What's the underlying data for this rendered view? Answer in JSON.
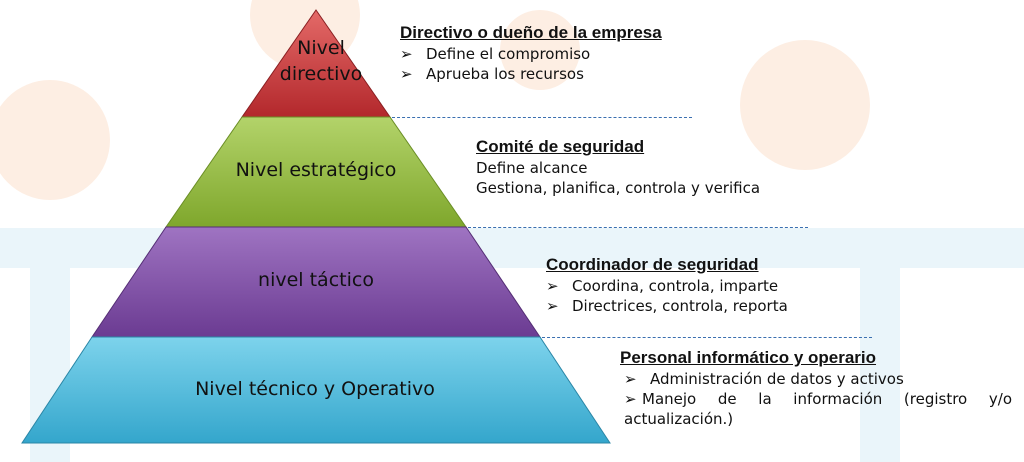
{
  "colors": {
    "red": "#c0393c",
    "green": "#8db43a",
    "purple": "#7a4aa0",
    "cyan": "#4ab8d8",
    "watermark_orange": "#fce8d8",
    "watermark_cyan": "#e6f4f9",
    "separator": "#3a6fb0"
  },
  "bullet_glyph": "➢",
  "levels": [
    {
      "lines": [
        "Nivel",
        "directivo"
      ],
      "title": "Directivo o dueño de la empresa",
      "items": [
        "Define el compromiso",
        "Aprueba los recursos"
      ],
      "bulleted": true
    },
    {
      "lines": [
        "Nivel estratégico"
      ],
      "title": "Comité de seguridad",
      "items": [
        "Define alcance",
        "Gestiona, planifica, controla y verifica"
      ],
      "bulleted": false
    },
    {
      "lines": [
        "nivel táctico"
      ],
      "title": "Coordinador de seguridad",
      "items": [
        "Coordina, controla, imparte",
        "Directrices, controla, reporta"
      ],
      "bulleted": true
    },
    {
      "lines": [
        "Nivel técnico y Operativo"
      ],
      "title": "Personal informático y operario",
      "items": [
        "Administración de datos  y activos",
        "Manejo  de  la  información  (registro  y/o actualización.)"
      ],
      "bulleted": true
    }
  ]
}
